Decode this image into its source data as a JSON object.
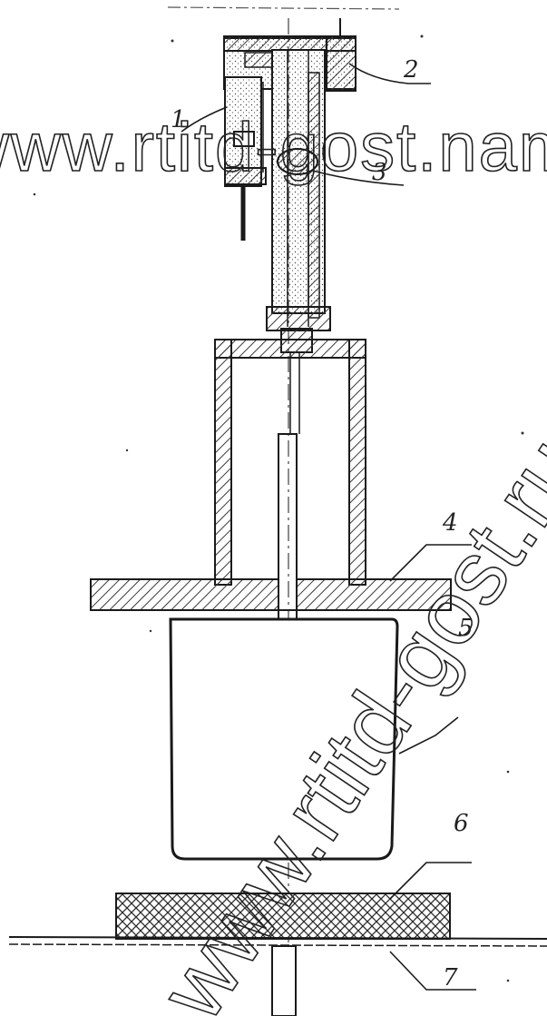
{
  "drawing": {
    "labels": [
      {
        "id": "1",
        "text": "1"
      },
      {
        "id": "2",
        "text": "2"
      },
      {
        "id": "3",
        "text": "3"
      },
      {
        "id": "4",
        "text": "4"
      },
      {
        "id": "5",
        "text": "5"
      },
      {
        "id": "6",
        "text": "6"
      },
      {
        "id": "7",
        "text": "7"
      }
    ]
  },
  "watermark": {
    "horizontal": "www.rtitd-gost.nam",
    "diagonal": "www.rtitd-gost.ru"
  },
  "colors": {
    "ink": "#1a1a1a",
    "hatch": "#3a3a3a",
    "watermark": "#222222"
  }
}
